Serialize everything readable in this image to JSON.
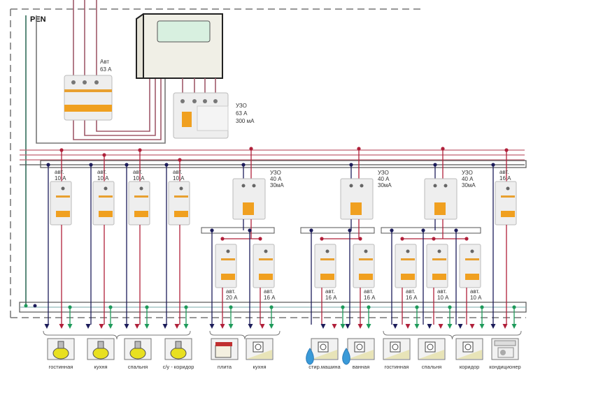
{
  "title": "Схема электрощита квартиры",
  "pen_label": "PEN",
  "colors": {
    "phase": "#b0203a",
    "neutral": "#1c1c5a",
    "earth": "#1e9a5a",
    "bus": "#555555",
    "breaker_body": "#eeeeee",
    "breaker_handle": "#f0a020",
    "meter_body": "#f0efe6",
    "meter_display": "#d8f0e0"
  },
  "main_breaker": {
    "line1": "Авт",
    "line2": "63 А"
  },
  "main_rcd": {
    "line1": "УЗО",
    "line2": "63 А",
    "line3": "300 мА"
  },
  "meter": {
    "name": "electricity-meter"
  },
  "top_breakers": [
    {
      "line1": "авт.",
      "line2": "10 А"
    },
    {
      "line1": "авт.",
      "line2": "10 А"
    },
    {
      "line1": "авт.",
      "line2": "10 А"
    },
    {
      "line1": "авт.",
      "line2": "10 А"
    },
    {
      "line1": "авт.",
      "line2": "16 А"
    }
  ],
  "rcds": [
    {
      "line1": "УЗО",
      "line2": "40 А",
      "line3": "30мА"
    },
    {
      "line1": "УЗО",
      "line2": "40 А",
      "line3": "30мА"
    },
    {
      "line1": "УЗО",
      "line2": "40 А",
      "line3": "30мА"
    }
  ],
  "sub_breakers": [
    {
      "line1": "авт.",
      "line2": "20 А"
    },
    {
      "line1": "авт.",
      "line2": "16 А"
    },
    {
      "line1": "авт.",
      "line2": "16 А"
    },
    {
      "line1": "авт.",
      "line2": "16 А"
    },
    {
      "line1": "авт.",
      "line2": "16 А"
    },
    {
      "line1": "авт.",
      "line2": "10 А"
    },
    {
      "line1": "авт.",
      "line2": "10 А"
    }
  ],
  "loads": [
    {
      "label": "гостинная",
      "type": "lamp"
    },
    {
      "label": "кухня",
      "type": "lamp"
    },
    {
      "label": "спальня",
      "type": "lamp"
    },
    {
      "label": "с/у - коридор",
      "type": "lamp"
    },
    {
      "label": "плита",
      "type": "stove"
    },
    {
      "label": "кухня",
      "type": "socket"
    },
    {
      "label": "стир.машина",
      "type": "socket-water"
    },
    {
      "label": "ванная",
      "type": "socket-water"
    },
    {
      "label": "гостинная",
      "type": "socket"
    },
    {
      "label": "спальня",
      "type": "socket"
    },
    {
      "label": "коридор",
      "type": "socket"
    },
    {
      "label": "кондиционер",
      "type": "aircon"
    }
  ]
}
